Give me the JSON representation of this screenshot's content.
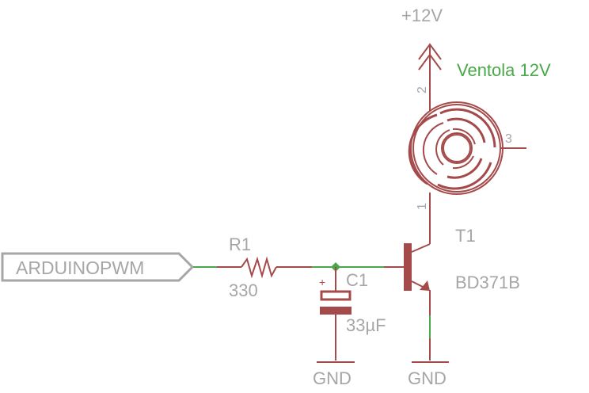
{
  "schematic": {
    "supply": {
      "label": "+12V"
    },
    "motor": {
      "label": "Ventola 12V",
      "pins": [
        "1",
        "2",
        "3"
      ]
    },
    "input_port": {
      "label": "ARDUINOPWM"
    },
    "resistor": {
      "name": "R1",
      "value": "330"
    },
    "capacitor": {
      "name": "C1",
      "value": "33µF",
      "polarity": "+"
    },
    "transistor": {
      "name": "T1",
      "value": "BD371B"
    },
    "grounds": [
      "GND",
      "GND"
    ]
  }
}
